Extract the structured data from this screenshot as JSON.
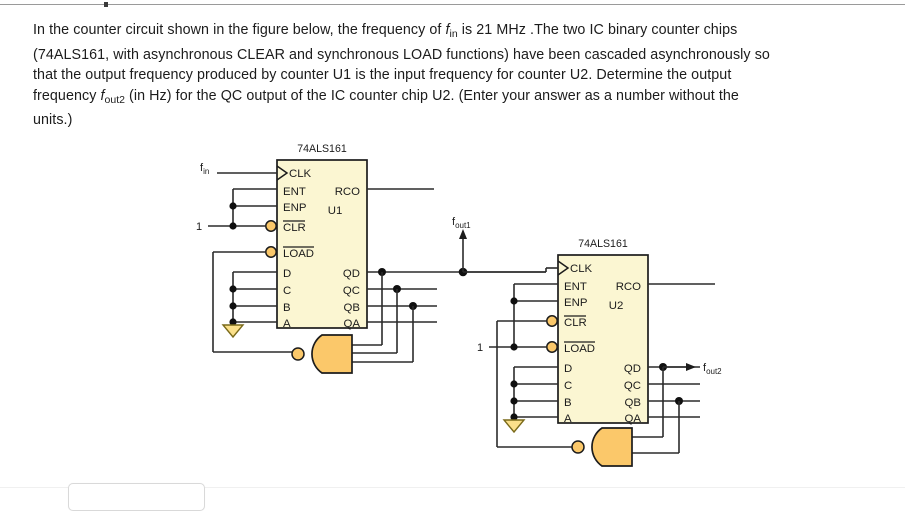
{
  "question": {
    "line1_a": "In the counter circuit shown in the figure below, the frequency of ",
    "fin_f": "f",
    "fin_sub": "in",
    "line1_b": " is 21 MHz .The two IC binary counter chips",
    "line2": "(74ALS161, with asynchronous CLEAR and synchronous LOAD functions) have been cascaded asynchronously so",
    "line3": "that the output frequency produced by counter U1 is the input frequency for counter U2.  Determine the output",
    "line4_a": "frequency ",
    "fout2_f": "f",
    "fout2_sub": "out2",
    "line4_b": " (in Hz) for the QC output of the IC counter chip U2.  (Enter your answer as a number without the",
    "line5": "units.)",
    "frequency_value": "21 MHz",
    "chip_part": "74ALS161",
    "answer_unit": "Hz"
  },
  "circuit": {
    "u1": {
      "part_number": "74ALS161",
      "designator": "U1",
      "inputs": [
        "CLK",
        "ENT",
        "ENP",
        "CLR",
        "LOAD",
        "D",
        "C",
        "B",
        "A"
      ],
      "outputs": [
        "RCO",
        "QD",
        "QC",
        "QB",
        "QA"
      ],
      "overbar_pins": [
        "CLR",
        "LOAD"
      ],
      "source_label_f": "f",
      "source_label_sub": "in",
      "logic_one_label": "1",
      "nand_input_count": 3,
      "nand_taps": [
        "QD",
        "QC",
        "QB"
      ]
    },
    "u2": {
      "part_number": "74ALS161",
      "designator": "U2",
      "inputs": [
        "CLK",
        "ENT",
        "ENP",
        "CLR",
        "LOAD",
        "D",
        "C",
        "B",
        "A"
      ],
      "outputs": [
        "RCO",
        "QD",
        "QC",
        "QB",
        "QA"
      ],
      "overbar_pins": [
        "CLR",
        "LOAD"
      ],
      "logic_one_label": "1",
      "output_label_f": "f",
      "output_label_sub": "out2",
      "nand_input_count": 2,
      "nand_taps": [
        "QD",
        "QB"
      ]
    },
    "interstage": {
      "label_f": "f",
      "label_sub": "out1",
      "from": "U1.QD",
      "to": "U2.CLK"
    },
    "colors": {
      "chip_fill": "#fbf6d2",
      "gate_fill": "#fbc86a",
      "ground_fill": "#fbe08a",
      "wire": "#2b2b2b",
      "text": "#1c1c1c"
    }
  }
}
